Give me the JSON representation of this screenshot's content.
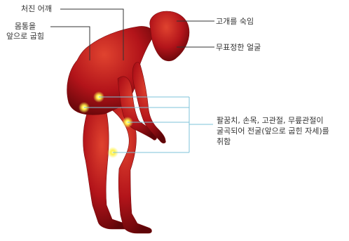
{
  "labels": {
    "shoulder": "처진 어깨",
    "trunk_line1": "몸통을",
    "trunk_line2": "앞으로 굽힘",
    "head": "고개를 숙임",
    "face": "무표정한 얼굴",
    "joints_line1": "팔꿈치, 손목, 고관절, 무릎관절이",
    "joints_line2": "굴곡되어 전굴(앞으로 굽힌 자세)를",
    "joints_line3": "취함"
  },
  "colors": {
    "body_dark": "#5e0508",
    "body_mid": "#b3141a",
    "body_light": "#dd3a2c",
    "line": "#7ec3d8",
    "pointer": "#333333",
    "glow": "#fff24a"
  }
}
